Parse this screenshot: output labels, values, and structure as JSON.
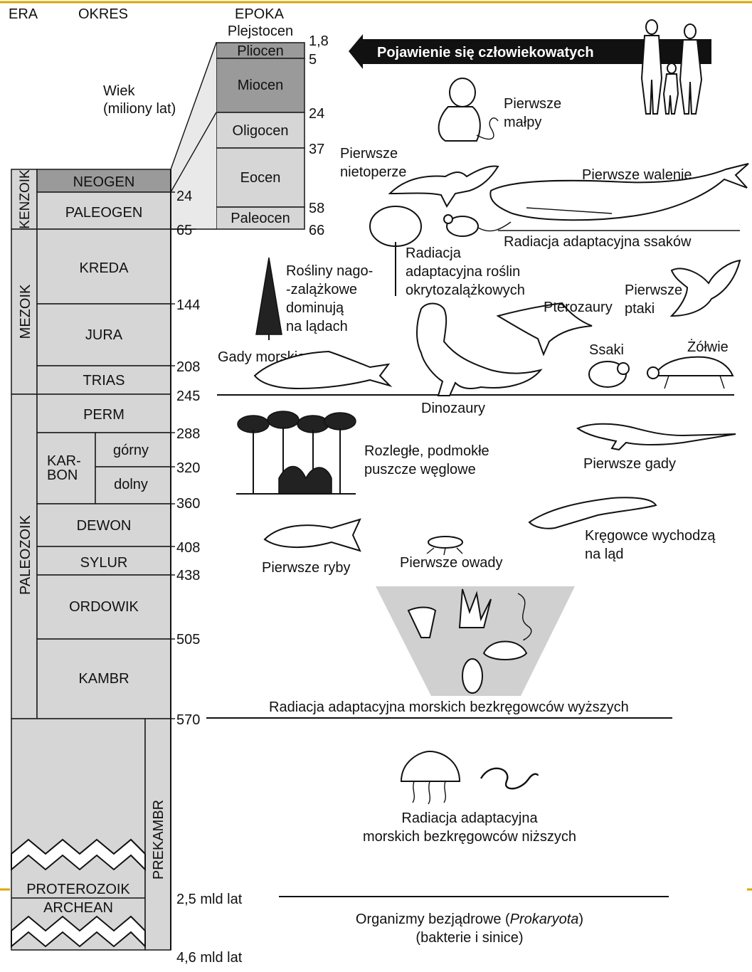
{
  "headers": {
    "era": "ERA",
    "period": "OKRES",
    "epoch": "EPOKA",
    "age_label": "Wiek\n(miliony lat)"
  },
  "eras": {
    "kenozoik": "KENZOIK",
    "mezoik": "MEZOIK",
    "paleozoik": "PALEOZOIK",
    "prekambr": "PREKAMBR",
    "proterozoik": "PROTEROZOIK",
    "archean": "ARCHEAN"
  },
  "periods": {
    "neogen": "NEOGEN",
    "paleogen": "PALEOGEN",
    "kreda": "KREDA",
    "jura": "JURA",
    "trias": "TRIAS",
    "perm": "PERM",
    "karbon": "KAR-\nBON",
    "gorny": "górny",
    "dolny": "dolny",
    "dewon": "DEWON",
    "sylur": "SYLUR",
    "ordowik": "ORDOWIK",
    "kambr": "KAMBR"
  },
  "epochs": {
    "plejstocen": "Plejstocen",
    "pliocen": "Pliocen",
    "miocen": "Miocen",
    "oligocen": "Oligocen",
    "eocen": "Eocen",
    "paleocen": "Paleocen"
  },
  "epoch_ages": {
    "a1": "1,8",
    "a2": "5",
    "a3": "24",
    "a4": "37",
    "a5": "58",
    "a6": "66"
  },
  "ages": {
    "a24": "24",
    "a65": "65",
    "a144": "144",
    "a208": "208",
    "a245": "245",
    "a288": "288",
    "a320": "320",
    "a360": "360",
    "a408": "408",
    "a438": "438",
    "a505": "505",
    "a570": "570",
    "a25": "2,5 mld lat",
    "a46": "4,6 mld lat"
  },
  "events": {
    "humans": "Pojawienie się człowiekowatych",
    "apes": "Pierwsze\nmałpy",
    "bats": "Pierwsze\nnietoperze",
    "whales": "Pierwsze walenie",
    "mammal_radiation": "Radiacja adaptacyjna ssaków",
    "angio_radiation": "Radiacja\nadaptacyjna roślin\nokrytozalążkowych",
    "gymnosperms": "Rośliny nago-\n-zalążkowe\ndominują\nna lądach",
    "pterosaurs": "Pterozaury",
    "birds": "Pierwsze\nptaki",
    "marine_reptiles": "Gady morskie",
    "mammals": "Ssaki",
    "turtles": "Żółwie",
    "dinosaurs": "Dinozaury",
    "coal_forests": "Rozległe, podmokłe\npuszcze węglowe",
    "first_reptiles": "Pierwsze gady",
    "vertebrates_land": "Kręgowce wychodzą\nna ląd",
    "first_fish": "Pierwsze ryby",
    "first_insects": "Pierwsze owady",
    "higher_invert": "Radiacja adaptacyjna morskich bezkręgowców wyższych",
    "lower_invert": "Radiacja adaptacyjna\nmorskich bezkręgowców niższych",
    "prokaryotes_pre": "Organizmy bezjądrowe (",
    "prokaryotes_it": "Prokaryota",
    "prokaryotes_post": ")",
    "prokaryotes_sub": "(bakterie i sinice)"
  },
  "colors": {
    "light_fill": "#d6d6d6",
    "dark_fill": "#9a9a9a",
    "border_accent": "#d9a800"
  }
}
